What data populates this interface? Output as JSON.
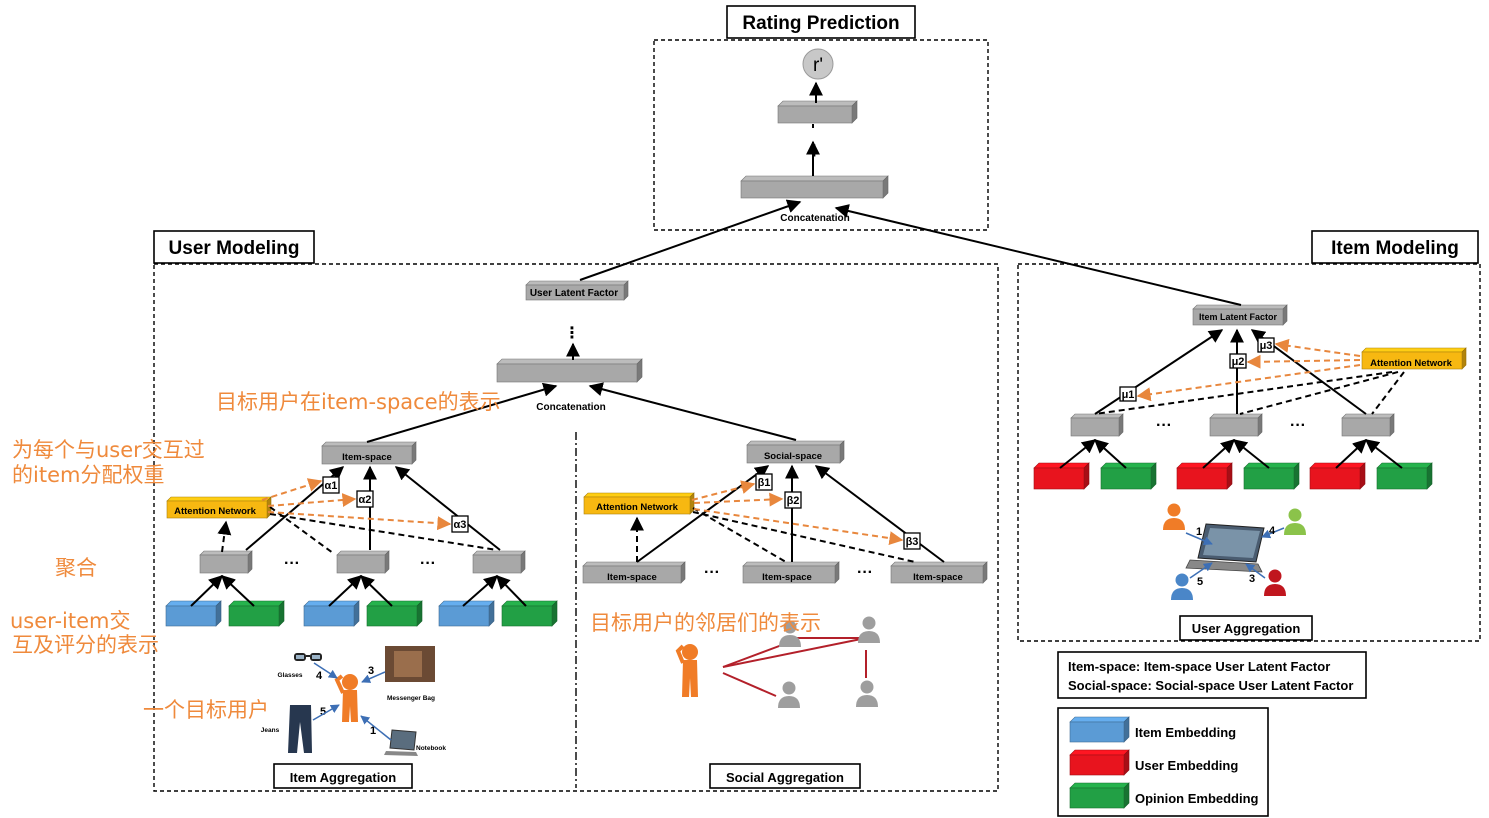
{
  "colors": {
    "gray": "#a8a8a8",
    "item_embedding": "#5b9bd5",
    "user_embedding": "#e8141e",
    "opinion_embedding": "#22a045",
    "attention": "#f7b811",
    "annotation": "#ef8a3c",
    "social_link": "#b3202a"
  },
  "titles": {
    "rating": "Rating Prediction",
    "user_modeling": "User Modeling",
    "item_modeling": "Item Modeling"
  },
  "rating": {
    "output": "r'",
    "concat": "Concatenation",
    "ellipsis": "⋮"
  },
  "user": {
    "latent": "User Latent Factor",
    "concat": "Concatenation",
    "item_space": "Item-space",
    "social_space": "Social-space",
    "attention": "Attention Network",
    "alphas": [
      "α1",
      "α2",
      "α3"
    ],
    "betas": [
      "β1",
      "β2",
      "β3"
    ],
    "item_space_nodes": [
      "Item-space",
      "Item-space",
      "Item-space"
    ],
    "item_aggregation": "Item Aggregation",
    "social_aggregation": "Social  Aggregation",
    "dots": "···",
    "products": {
      "glasses": "Glasses",
      "bag": "Messenger Bag",
      "jeans": "Jeans",
      "notebook": "Notebook"
    },
    "numbers": [
      "4",
      "3",
      "5",
      "1"
    ]
  },
  "item": {
    "latent": "Item Latent Factor",
    "attention": "Attention Network",
    "mus": [
      "μ1",
      "μ2",
      "μ3"
    ],
    "aggregation": "User Aggregation",
    "numbers": [
      "1",
      "4",
      "5",
      "3"
    ]
  },
  "definitions": [
    "Item-space:  Item-space User Latent Factor",
    "Social-space: Social-space User Latent Factor"
  ],
  "legend": [
    {
      "label": "Item Embedding",
      "color": "#5b9bd5"
    },
    {
      "label": "User Embedding",
      "color": "#e8141e"
    },
    {
      "label": "Opinion Embedding",
      "color": "#22a045"
    }
  ],
  "annotations": {
    "item_space_repr": "目标用户在item-space的表示",
    "weights_1": "为每个与user交互过",
    "weights_2": "的item分配权重",
    "aggregate": "聚合",
    "interaction_1": "user-item交",
    "interaction_2": "互及评分的表示",
    "target_user": "一个目标用户",
    "neighbors_repr": "目标用户的邻居们的表示"
  }
}
